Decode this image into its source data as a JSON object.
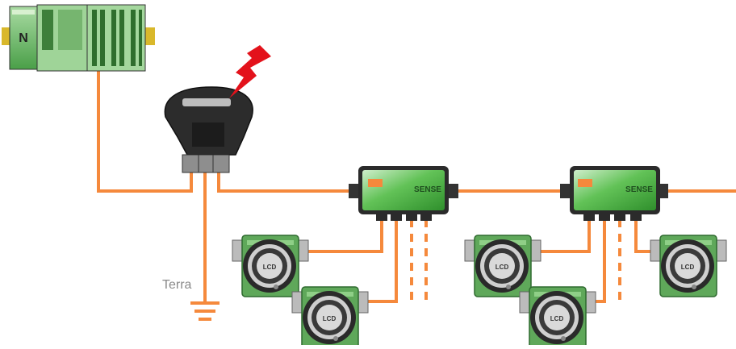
{
  "diagram": {
    "ground_label": "Terra",
    "brand_text": "SENSE",
    "detector_screen_text": "LCD",
    "colors": {
      "wire": "#f5893c",
      "device_green": "#5fbf4f",
      "device_dark": "#2b2b2b",
      "lightning": "#e3121b",
      "ground": "#f5893c"
    }
  }
}
